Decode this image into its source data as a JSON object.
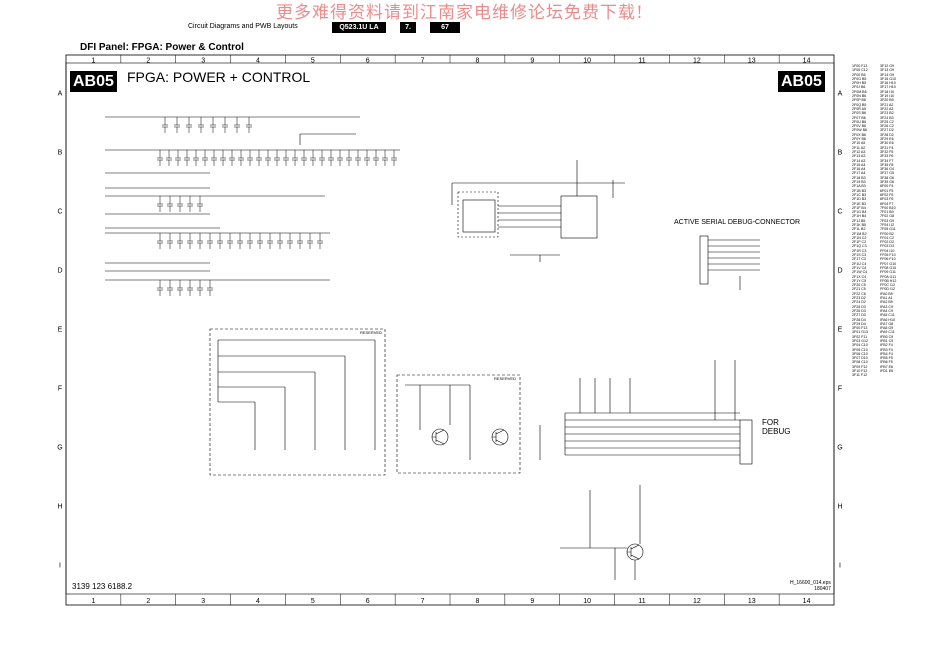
{
  "watermark": "更多难得资料请到江南家电维修论坛免费下载!",
  "header": {
    "breadcrumb": "Circuit Diagrams and PWB Layouts",
    "model": "Q523.1U LA",
    "chapter": "7.",
    "page": "67",
    "panel_title": "DFI Panel: FPGA: Power & Control"
  },
  "schematic": {
    "code": "AB05",
    "title": "FPGA: POWER + CONTROL",
    "part_number": "3139 123 6188.2",
    "file_line1": "H_16600_014.eps",
    "file_line2": "180407",
    "connector_title": "ACTIVE SERIAL DEBUG-CONNECTOR",
    "for_debug_1": "FOR",
    "for_debug_2": "DEBUG",
    "reserved_1": "RESERVED",
    "reserved_2": "RESERVED"
  },
  "grid": {
    "columns": [
      "1",
      "2",
      "3",
      "4",
      "5",
      "6",
      "7",
      "8",
      "9",
      "10",
      "11",
      "12",
      "13",
      "14"
    ],
    "rows": [
      "A",
      "B",
      "C",
      "D",
      "E",
      "F",
      "G",
      "H",
      "I"
    ]
  },
  "parts_list": [
    "1F00 F13",
    "1F05 C12",
    "2F00 B5",
    "2F0G B5",
    "2F0H B5",
    "2F0J B6",
    "2F0M B6",
    "2F0N B6",
    "2F0P B6",
    "2F0Q B5",
    "2F0R A5",
    "2F0S B6",
    "2F0T B6",
    "2F0U B6",
    "2F0V B6",
    "2F0W B6",
    "2F0X B6",
    "2F0Y B6",
    "2F10 A5",
    "2F11 A2",
    "2F12 A3",
    "2F13 A3",
    "2F14 A3",
    "2F15 A4",
    "2F16 A4",
    "2F17 A4",
    "2F18 B3",
    "2F19 B3",
    "2F1A B3",
    "2F1B B3",
    "2F1C B3",
    "2F1D B3",
    "2F1E B3",
    "2F1F B4",
    "2F1G B4",
    "2F1H B4",
    "2F1J B5",
    "2F1K B5",
    "2F1L B2",
    "2F1M B2",
    "2F1N C2",
    "2F1P C2",
    "2F1Q C3",
    "2F1R C3",
    "2F1S C3",
    "2F1T C3",
    "2F1U C4",
    "2F1V C4",
    "2F1W C4",
    "2F1X C4",
    "2F1Y C5",
    "2F20 C5",
    "2F21 C5",
    "2F22 C6",
    "2F23 D2",
    "2F24 D2",
    "2F25 D3",
    "2F26 D3",
    "2F27 D3",
    "2F28 D4",
    "2F29 D4",
    "3F00 F13",
    "3F01 G13",
    "3F02 F11",
    "3F03 G12",
    "3F04 C10",
    "3F05 C10",
    "3F06 C10",
    "3F07 D10",
    "3F08 C10",
    "3F09 F12",
    "3F10 F12",
    "3F11 F12",
    "3F12 G9",
    "3F13 G9",
    "3F14 G9",
    "3F15 G10",
    "3F16 H10",
    "3F17 H10",
    "3F18 I10",
    "3F19 I10",
    "3F20 B9",
    "3F21 A2",
    "3F22 A3",
    "3F23 B2",
    "3F24 B3",
    "3F25 C2",
    "3F26 C2",
    "3F27 D2",
    "3F28 D2",
    "3F29 E6",
    "3F30 E6",
    "3F31 F4",
    "3F32 F5",
    "3F33 F6",
    "3F34 F7",
    "3F35 F8",
    "3F36 G4",
    "3F37 G5",
    "3F38 G6",
    "3F39 G6",
    "6F00 F4",
    "6F01 F5",
    "6F02 F5",
    "6F03 F6",
    "6F04 F7",
    "7F00 B10",
    "7F01 B9",
    "7F02 G8",
    "7F03 G9",
    "7F04 I12",
    "7F05 G11",
    "FF00 B2",
    "FF01 C2",
    "FF02 D2",
    "FF03 D3",
    "FF04 I10",
    "FF05 F10",
    "FF06 F10",
    "FF07 G10",
    "FF08 G10",
    "FF09 G11",
    "FF0A G11",
    "FF0B H12",
    "FF0C I12",
    "FF0D I12",
    "IFA0 B9",
    "IFA1 A1",
    "IFA2 B9",
    "IFA3 C9",
    "IFA4 C9",
    "IFA5 C11",
    "IFA6 H10",
    "IFA7 G8",
    "IFA8 G9",
    "IFA9 C11",
    "IFB0 C9",
    "IFB1 C9",
    "IFB2 F4",
    "IFB3 F4",
    "IFB4 F4",
    "IFB5 F5",
    "IFB6 F5",
    "IFB7 E6",
    "IFD1 E6"
  ]
}
